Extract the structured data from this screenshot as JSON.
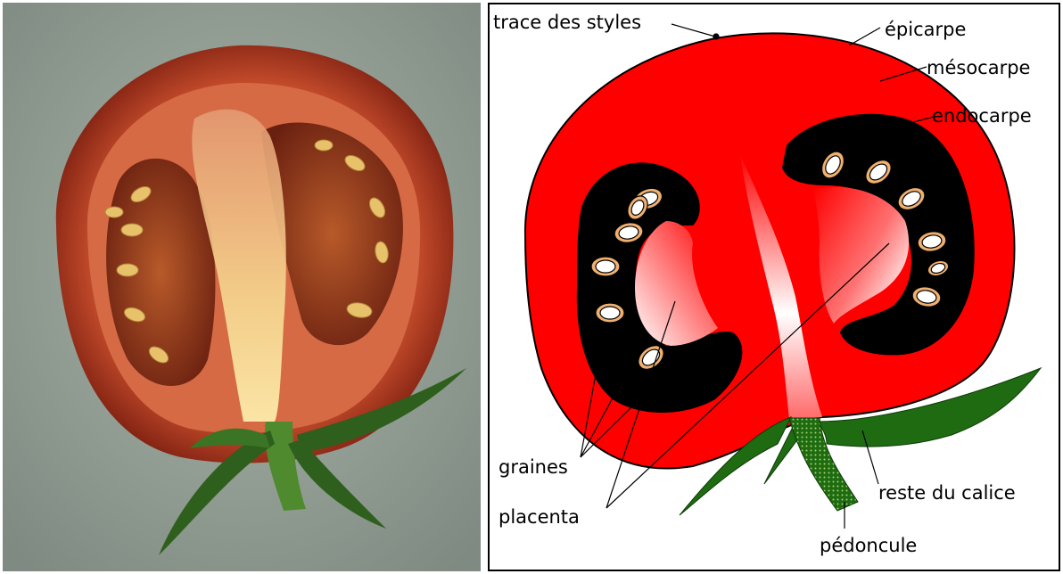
{
  "labels": {
    "trace_des_styles": "trace des styles",
    "epicarpe": "épicarpe",
    "mesocarpe": "mésocarpe",
    "endocarpe": "endocarpe",
    "graines": "graines",
    "placenta": "placenta",
    "reste_du_calice": "reste du calice",
    "pedoncule": "pédoncule"
  },
  "colors": {
    "photo_background": "#8e9a91",
    "flesh_red": "#ff0000",
    "locule_black": "#000000",
    "seed_coat": "#f0b070",
    "stem_green": "#1f6b12"
  }
}
